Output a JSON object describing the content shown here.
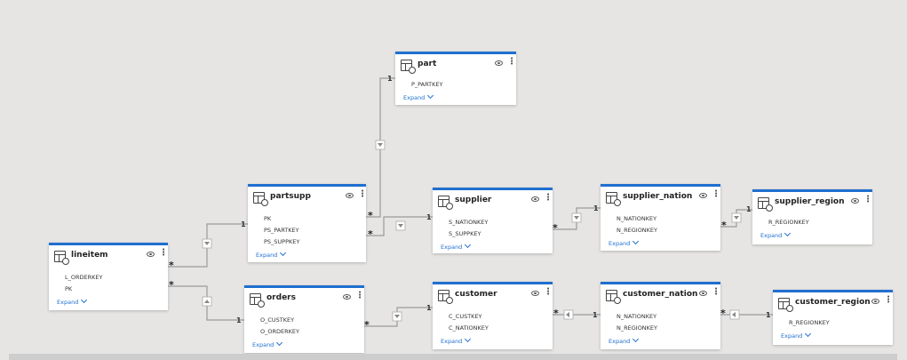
{
  "colors": {
    "accent": "#1f6fcf",
    "line": "#9a9a9a",
    "background": "#e6e5e4"
  },
  "icons": {
    "table": "table-refresh-icon",
    "visibility": "eye-icon",
    "menu": "more-options-icon",
    "filter": "filter-direction-icon"
  },
  "tables": [
    {
      "id": "part",
      "title": "part",
      "columns": [
        "P_PARTKEY"
      ],
      "expand": "Expand"
    },
    {
      "id": "partsupp",
      "title": "partsupp",
      "columns": [
        "PK",
        "PS_PARTKEY",
        "PS_SUPPKEY"
      ],
      "expand": "Expand"
    },
    {
      "id": "supplier",
      "title": "supplier",
      "columns": [
        "S_NATIONKEY",
        "S_SUPPKEY"
      ],
      "expand": "Expand"
    },
    {
      "id": "supplier_nation",
      "title": "supplier_nation",
      "columns": [
        "N_NATIONKEY",
        "N_REGIONKEY"
      ],
      "expand": "Expand"
    },
    {
      "id": "supplier_region",
      "title": "supplier_region",
      "columns": [
        "R_REGIONKEY"
      ],
      "expand": "Expand"
    },
    {
      "id": "lineitem",
      "title": "lineitem",
      "columns": [
        "L_ORDERKEY",
        "PK"
      ],
      "expand": "Expand"
    },
    {
      "id": "orders",
      "title": "orders",
      "columns": [
        "O_CUSTKEY",
        "O_ORDERKEY"
      ],
      "expand": "Expand"
    },
    {
      "id": "customer",
      "title": "customer",
      "columns": [
        "C_CUSTKEY",
        "C_NATIONKEY"
      ],
      "expand": "Expand"
    },
    {
      "id": "customer_nation",
      "title": "customer_nation",
      "columns": [
        "N_NATIONKEY",
        "N_REGIONKEY"
      ],
      "expand": "Expand"
    },
    {
      "id": "customer_region",
      "title": "customer_region",
      "columns": [
        "R_REGIONKEY"
      ],
      "expand": "Expand"
    }
  ],
  "cardinality": {
    "one": "1",
    "many": "*"
  }
}
